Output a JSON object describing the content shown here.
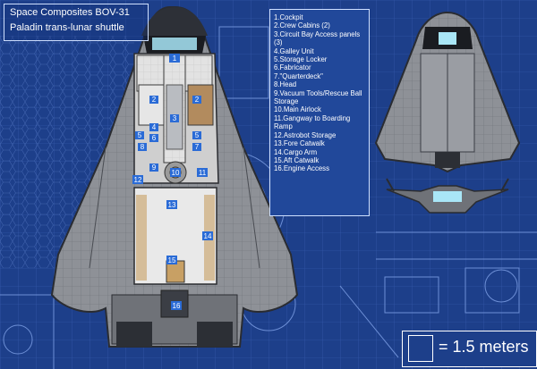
{
  "title": {
    "line1": "Space Composites BOV-31",
    "line2": "Paladin trans-lunar  shuttle"
  },
  "legend": [
    "1.Cockpit",
    "2.Crew Cabins (2)",
    "3.Circuit Bay Access panels (3)",
    "4.Galley Unit",
    "5.Storage Locker",
    "6.Fabricator",
    "7.\"Quarterdeck\"",
    "8.Head",
    "9.Vacuum Tools/Rescue Ball",
    "   Storage",
    "10.Main Airlock",
    "11.Gangway to Boarding Ramp",
    "12.Astrobot Storage",
    "13.Fore Catwalk",
    "14.Cargo Arm",
    "15.Aft Catwalk",
    "16.Engine Access"
  ],
  "plan_labels": {
    "cockpit": "1",
    "cabin_left": "2",
    "cabin_right": "2",
    "circuit_bay": "3",
    "galley": "4",
    "storage_left": "5",
    "storage_right": "5",
    "fabricator": "6",
    "quarterdeck": "7",
    "head": "8",
    "vacuum_tools": "9",
    "airlock": "10",
    "gangway": "11",
    "astrobot": "12",
    "fore_catwalk": "13",
    "cargo_arm": "14",
    "aft_catwalk": "15",
    "engine_access": "16"
  },
  "scale": {
    "text": "= 1.5 meters"
  },
  "colors": {
    "background": "#1d3f8a",
    "grid": "#3a5fb0",
    "hull": "#8d9096",
    "hull_dark": "#3a3d44",
    "floor": "#d9d9d9",
    "label": "#2a6bd6"
  }
}
